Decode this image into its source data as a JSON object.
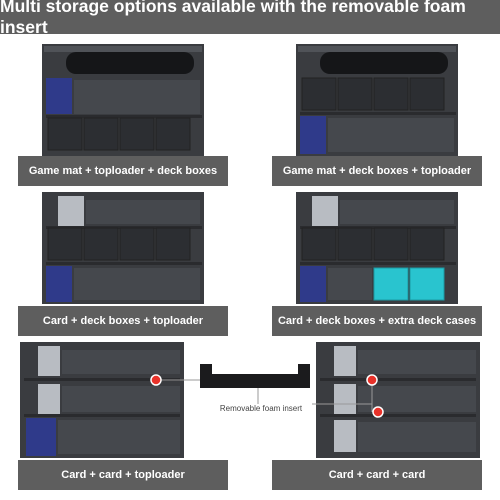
{
  "banner": {
    "title": "Multi storage options available with the removable foam insert"
  },
  "panels": [
    {
      "caption": "Game mat + toploader + deck boxes"
    },
    {
      "caption": "Game mat + deck boxes + toploader"
    },
    {
      "caption": "Card + deck boxes + toploader"
    },
    {
      "caption": "Card + deck boxes + extra deck cases"
    },
    {
      "caption": "Card + card + toploader"
    },
    {
      "caption": "Card + card + card"
    }
  ],
  "insert": {
    "label": "Removable foam insert"
  },
  "colors": {
    "banner_bg": "#5e5e5e",
    "foam": "#3a3c40",
    "toploader_blue": "#2f3a8a",
    "card_gray": "#b8bcc2",
    "extra_case_teal": "#29c4cf",
    "marker_red": "#e8322a"
  }
}
